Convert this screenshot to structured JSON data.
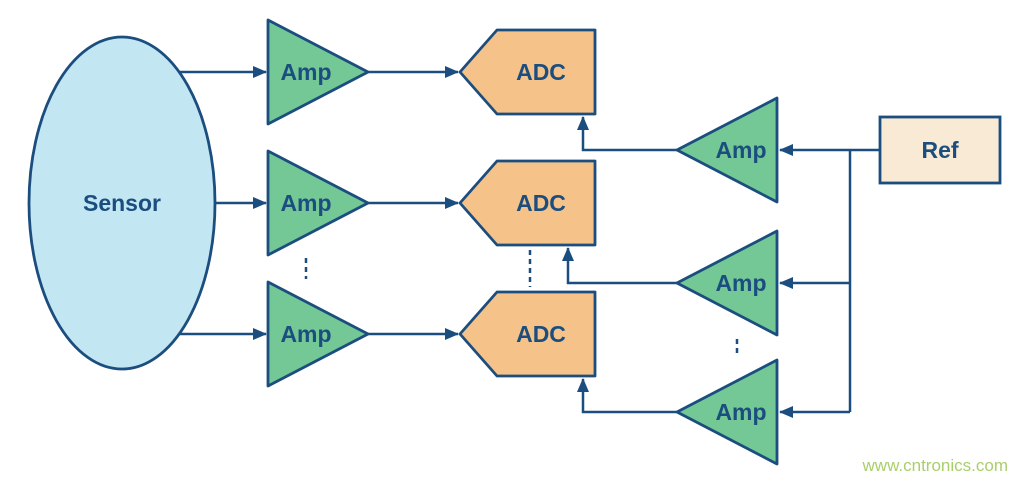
{
  "colors": {
    "stroke": "#1b4e7e",
    "amp_fill": "#73c896",
    "adc_fill": "#f5c389",
    "ref_fill": "#f9ead6",
    "sensor_fill": "#c3e6f3",
    "background": "#ffffff",
    "watermark": "#a9cf6b"
  },
  "nodes": {
    "sensor": {
      "label": "Sensor"
    },
    "input_amps": [
      {
        "label": "Amp"
      },
      {
        "label": "Amp"
      },
      {
        "label": "Amp"
      }
    ],
    "adcs": [
      {
        "label": "ADC"
      },
      {
        "label": "ADC"
      },
      {
        "label": "ADC"
      }
    ],
    "ref_amps": [
      {
        "label": "Amp"
      },
      {
        "label": "Amp"
      },
      {
        "label": "Amp"
      }
    ],
    "ref": {
      "label": "Ref"
    }
  },
  "watermark": {
    "text": "www.cntronics.com"
  }
}
